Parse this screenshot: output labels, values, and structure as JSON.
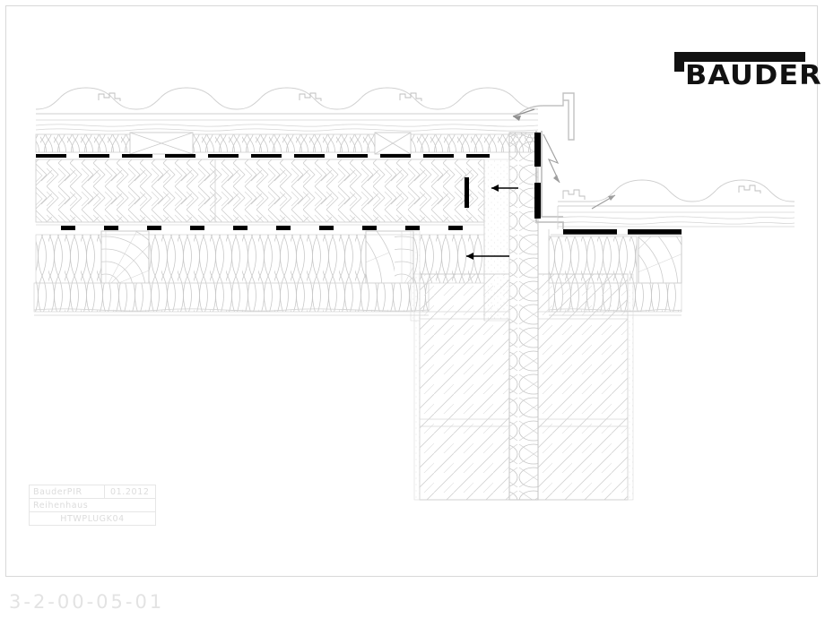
{
  "drawing": {
    "number": "3-2-00-05-01",
    "brand": "BAUDER",
    "logo_icon": "bauder-bracket-logo"
  },
  "title_block": {
    "product": "BauderPIR",
    "date": "01.2012",
    "building_type": "Reihenhaus",
    "code": "HTWPLUGK04"
  },
  "colors": {
    "line": "#b8b8b8",
    "line_light": "#d4d4d4",
    "line_faint": "#e2e2e2",
    "membrane_black": "#000000",
    "logo_black": "#111111",
    "text_gray": "#dcdcdc",
    "dwg_no_gray": "#e3e3e3",
    "border": "#d8d8d8"
  },
  "detail": {
    "name": "roof-party-wall-junction-section",
    "layers": [
      "roof-tiles",
      "underlay-membrane",
      "counter-batten",
      "pir-insulation",
      "vapour-barrier",
      "rafter",
      "mineral-wool",
      "ceiling-membrane",
      "party-wall-masonry",
      "wall-joint-insulation",
      "ridge-flashing"
    ]
  }
}
